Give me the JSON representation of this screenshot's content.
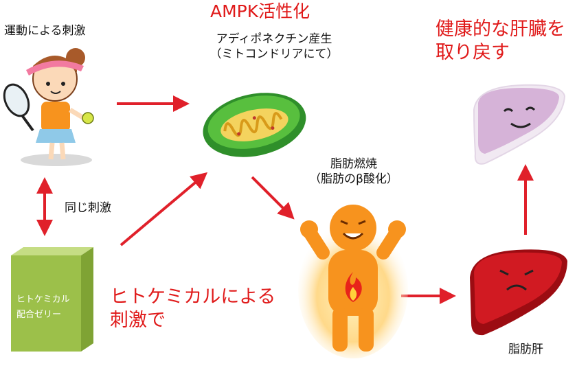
{
  "labels": {
    "exercise": "運動による刺激",
    "ampk": "AMPK活性化",
    "adiponectin_line1": "アディポネクチン産生",
    "adiponectin_line2": "（ミトコンドリアにて）",
    "healthy_liver_line1": "健康的な肝臓を",
    "healthy_liver_line2": "取り戻す",
    "fat_burn_line1": "脂肪燃焼",
    "fat_burn_line2": "（脂肪のβ酸化）",
    "same_stimulus": "同じ刺激",
    "hitokemical_line1": "ヒトケミカルによる",
    "hitokemical_line2": "刺激で",
    "fatty_liver": "脂肪肝",
    "box_line1": "ヒトケミカル",
    "box_line2": "配合ゼリー"
  },
  "colors": {
    "accent_red": "#e01a1a",
    "arrow_red": "#e0202a",
    "mitochondria_green": "#3fa832",
    "box_green": "#9cc04a",
    "liver_healthy": "#d6b3d8",
    "liver_fatty": "#c8141c",
    "body_orange": "#f7931e"
  }
}
